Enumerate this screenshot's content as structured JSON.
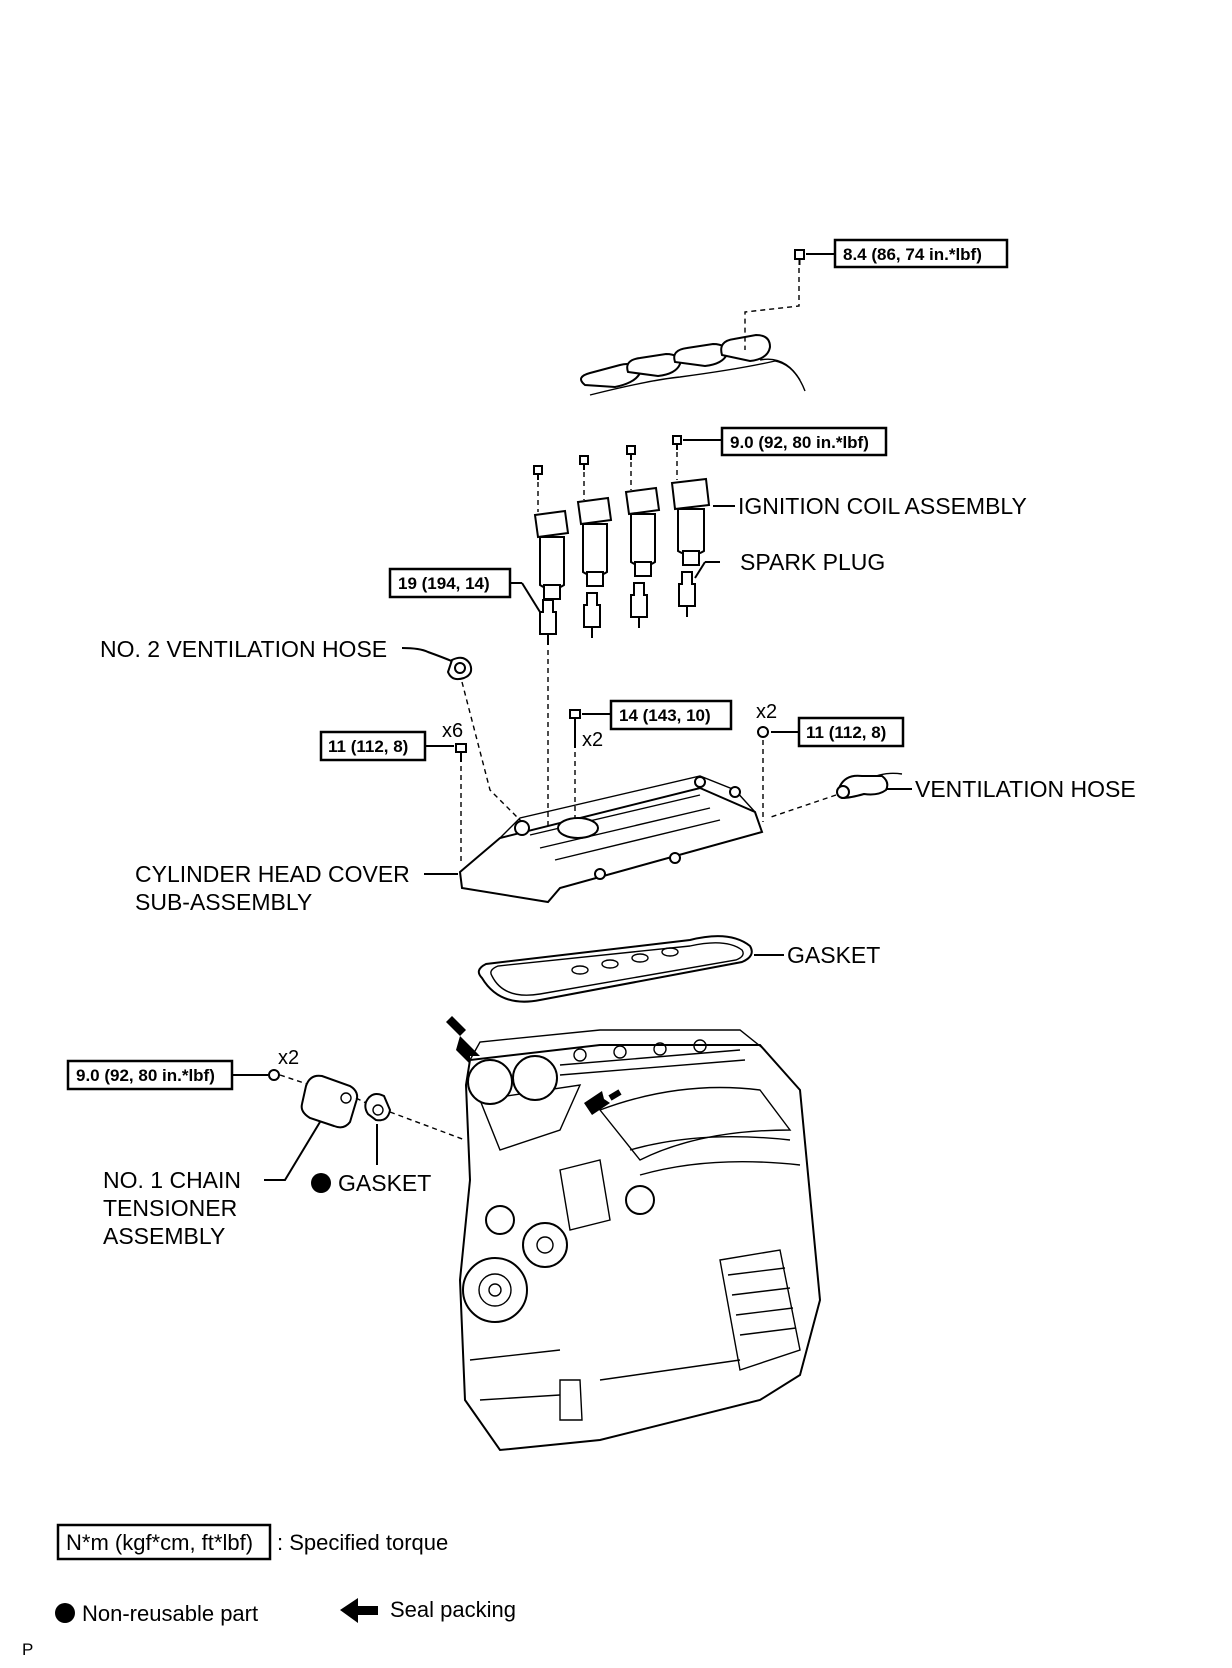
{
  "labels": {
    "engine_wire": "",
    "ignition_coil": "IGNITION COIL ASSEMBLY",
    "spark_plug": "SPARK PLUG",
    "no2_vent_hose": "NO. 2 VENTILATION HOSE",
    "vent_hose": "VENTILATION HOSE",
    "head_cover_1": "CYLINDER HEAD COVER",
    "head_cover_2": "SUB-ASSEMBLY",
    "gasket_top": "GASKET",
    "chain_tensioner_1": "NO. 1 CHAIN",
    "chain_tensioner_2": "TENSIONER",
    "chain_tensioner_3": "ASSEMBLY",
    "gasket_tensioner": "GASKET"
  },
  "torques": {
    "wire_bolt": "8.4 (86, 74 in.*lbf)",
    "coil_bolt": "9.0 (92, 80 in.*lbf)",
    "spark_plug": "19 (194, 14)",
    "stud_center": "14 (143, 10)",
    "bolt_left": "11 (112, 8)",
    "nut_right": "11 (112, 8)",
    "tensioner_nut": "9.0 (92, 80 in.*lbf)"
  },
  "counts": {
    "bolt_left": "x6",
    "stud_center": "x2",
    "nut_right": "x2",
    "tensioner_nut": "x2"
  },
  "legend": {
    "torque_box": "N*m (kgf*cm, ft*lbf)",
    "torque_desc": ": Specified torque",
    "non_reusable": "Non-reusable part",
    "seal_packing": "Seal packing"
  },
  "corner_mark": "P"
}
